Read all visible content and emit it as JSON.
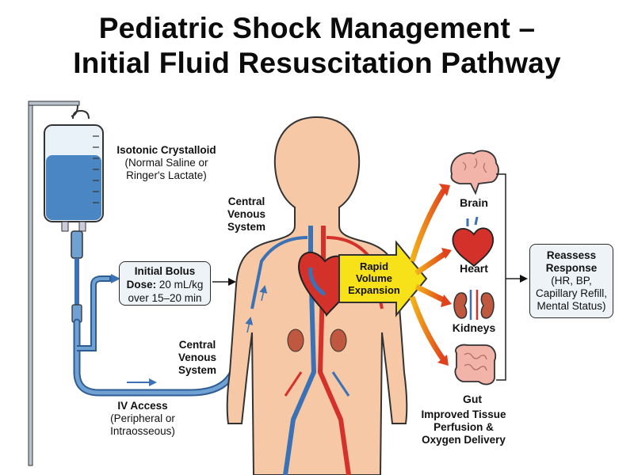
{
  "title": {
    "line1": "Pediatric Shock Management –",
    "line2": "Initial Fluid Resuscitation Pathway"
  },
  "fluid": {
    "name": "Isotonic Crystalloid",
    "detail1": "(Normal Saline or",
    "detail2": "Ringer's Lactate)"
  },
  "bolus": {
    "title": "Initial Bolus",
    "dose_label": "Dose:",
    "dose_value": "20 mL/kg",
    "duration": "over 15–20 min"
  },
  "central_top": {
    "l1": "Central",
    "l2": "Venous",
    "l3": "System"
  },
  "central_bottom": {
    "l1": "Central",
    "l2": "Venous",
    "l3": "System"
  },
  "iv_access": {
    "title": "IV Access",
    "detail1": "(Peripheral or",
    "detail2": "Intraosseous)"
  },
  "expansion": {
    "l1": "Rapid",
    "l2": "Volume",
    "l3": "Expansion"
  },
  "organs": {
    "brain": "Brain",
    "heart": "Heart",
    "kidneys": "Kidneys",
    "gut": "Gut"
  },
  "outcome": {
    "l1": "Improved Tissue",
    "l2": "Perfusion &",
    "l3": "Oxygen Delivery"
  },
  "reassess": {
    "l1": "Reassess",
    "l2": "Response",
    "l3": "(HR, BP,",
    "l4": "Capillary Refill,",
    "l5": "Mental Status)"
  },
  "icons": {
    "iv_bag": "iv-bag-icon",
    "body": "human-body-icon",
    "heart": "heart-icon",
    "brain": "brain-icon",
    "kidneys": "kidneys-icon",
    "gut": "intestine-icon"
  },
  "colors": {
    "fluid_blue": "#3f82c4",
    "vein_blue": "#3b72b5",
    "artery_red": "#d3312a",
    "skin": "#f6c8a6",
    "expansion_yellow": "#f7e21a",
    "organ_arrow": "#e0421e"
  }
}
